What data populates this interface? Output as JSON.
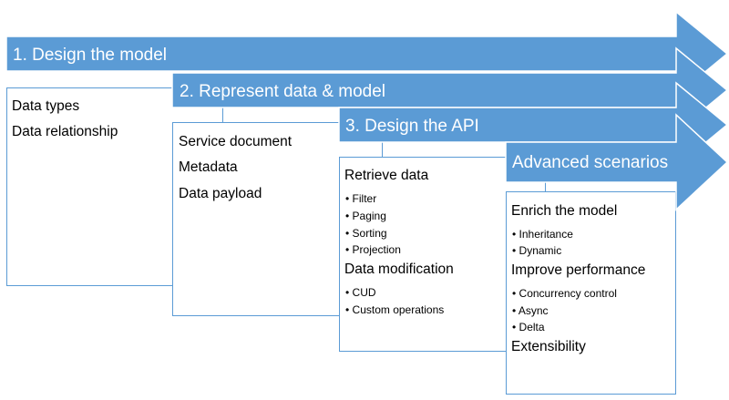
{
  "colors": {
    "arrow_fill": "#5b9bd5",
    "arrow_stroke": "#ffffff",
    "box_border": "#5b9bd5",
    "box_fill": "#ffffff",
    "text": "#000000",
    "title_text": "#ffffff"
  },
  "stages": [
    {
      "title": "1. Design the model",
      "items": [
        {
          "text": "Data types",
          "style": "large"
        },
        {
          "text": "Data relationship",
          "style": "large"
        }
      ]
    },
    {
      "title": "2. Represent data & model",
      "items": [
        {
          "text": "Service document",
          "style": "large"
        },
        {
          "text": "Metadata",
          "style": "large"
        },
        {
          "text": "Data payload",
          "style": "large"
        }
      ]
    },
    {
      "title": "3. Design the API",
      "items": [
        {
          "text": "Retrieve data",
          "style": "large"
        },
        {
          "text": "• Filter",
          "style": "small"
        },
        {
          "text": "• Paging",
          "style": "small"
        },
        {
          "text": "• Sorting",
          "style": "small"
        },
        {
          "text": "• Projection",
          "style": "small"
        },
        {
          "text": "Data modification",
          "style": "large"
        },
        {
          "text": "• CUD",
          "style": "small"
        },
        {
          "text": "• Custom operations",
          "style": "small"
        }
      ]
    },
    {
      "title": "Advanced scenarios",
      "items": [
        {
          "text": "Enrich the model",
          "style": "large"
        },
        {
          "text": "• Inheritance",
          "style": "small"
        },
        {
          "text": "• Dynamic",
          "style": "small"
        },
        {
          "text": "Improve performance",
          "style": "large"
        },
        {
          "text": "• Concurrency control",
          "style": "small"
        },
        {
          "text": "• Async",
          "style": "small"
        },
        {
          "text": "• Delta",
          "style": "small"
        },
        {
          "text": "Extensibility",
          "style": "large"
        }
      ]
    }
  ]
}
